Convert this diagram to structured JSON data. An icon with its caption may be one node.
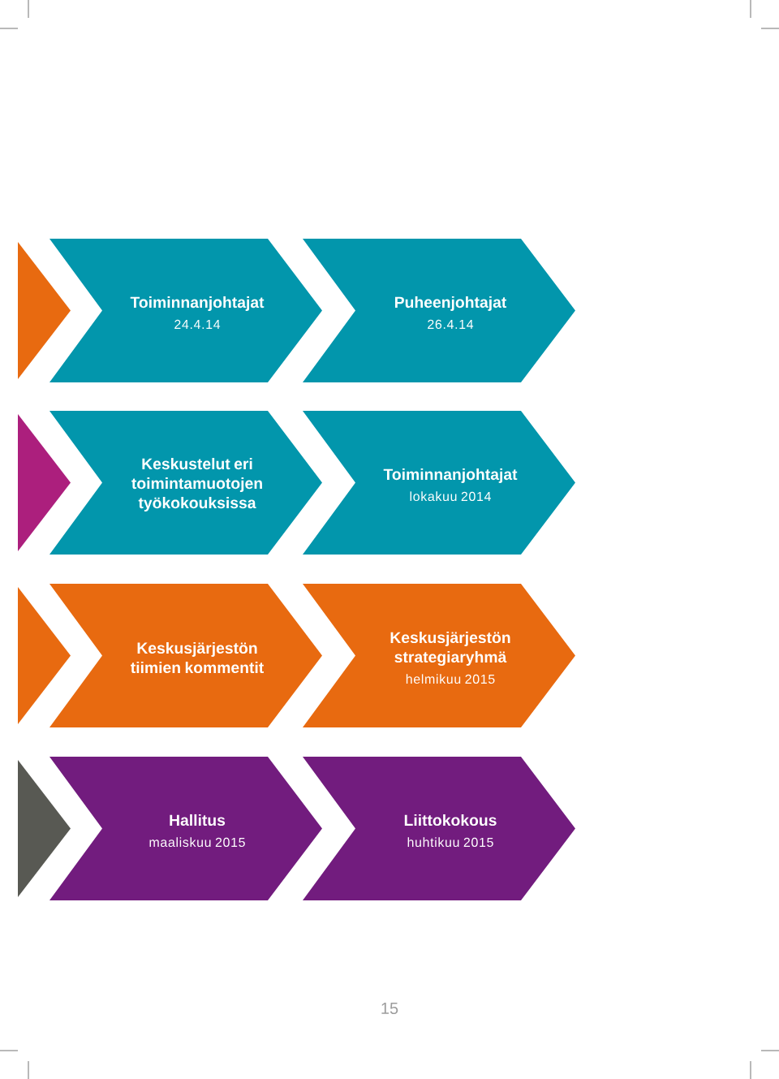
{
  "diagram": {
    "nodes": [
      {
        "text": [],
        "shape": "triangle"
      },
      {
        "text": [
          "Toiminnanjohtajat",
          "24.4.14"
        ]
      },
      {
        "text": [
          "Puheenjohtajat",
          "26.4.14"
        ]
      },
      {
        "text": [],
        "shape": "triangle"
      },
      {
        "text": [
          "Keskustelut eri toimintamuotojen työkokouksissa"
        ]
      },
      {
        "text": [
          "Toiminnanjohtajat",
          "lokakuu 2014"
        ]
      },
      {
        "text": [],
        "shape": "triangle"
      },
      {
        "text": [
          "Keskusjärjestön tiimien kommentit"
        ]
      },
      {
        "text": [
          "Keskusjärjestön strategiaryhmä",
          "helmikuu 2015"
        ]
      },
      {
        "text": [],
        "shape": "triangle"
      },
      {
        "text": [
          "Hallitus",
          "maaliskuu 2015"
        ]
      },
      {
        "text": [
          "Liittokokous",
          "huhtikuu 2015"
        ]
      }
    ],
    "labels": [
      "15"
    ]
  }
}
